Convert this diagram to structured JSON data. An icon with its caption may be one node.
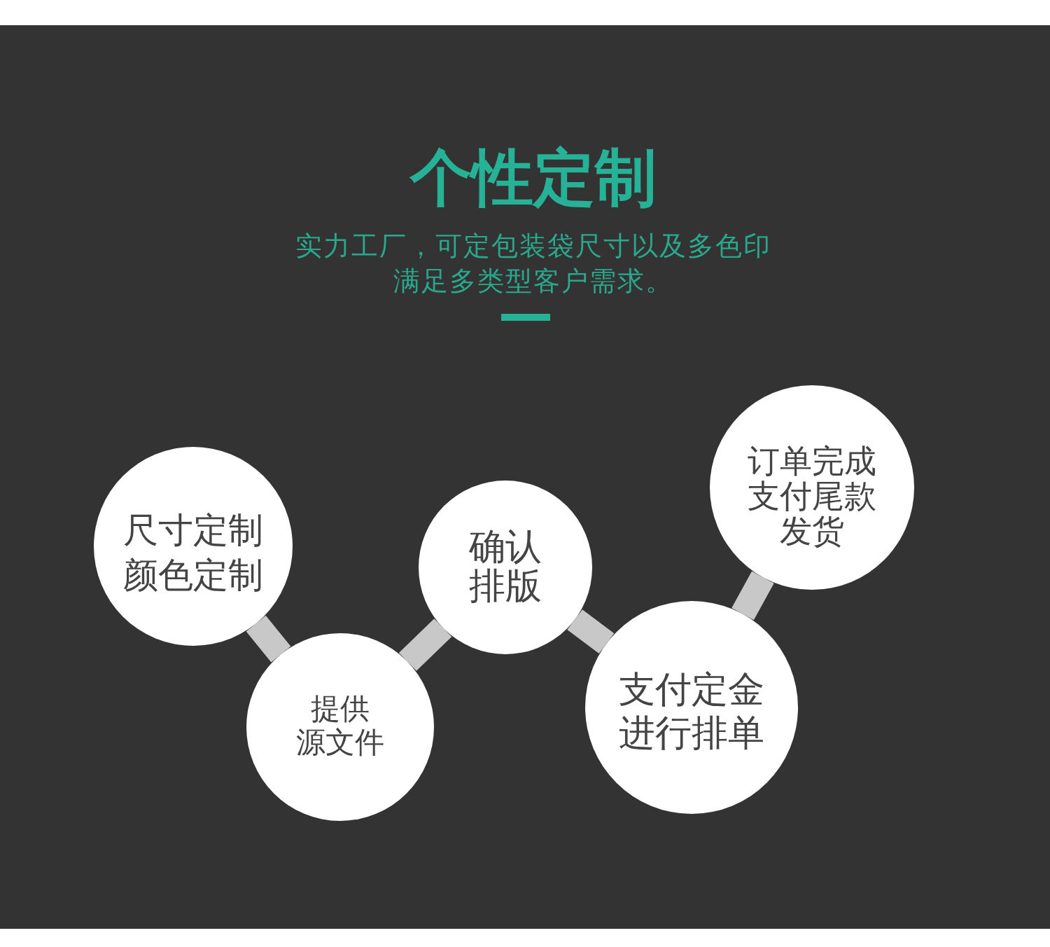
{
  "diagram": {
    "title": "个性定制",
    "nodes": [
      {
        "text": [
          "尺寸定制颜色定制"
        ]
      },
      {
        "text": [
          "提供源文件"
        ]
      },
      {
        "text": [
          "确认排版"
        ]
      },
      {
        "text": [
          "支付定金进行排单"
        ]
      },
      {
        "text": [
          "订单完成支付尾款发货"
        ]
      }
    ],
    "edges": [
      {
        "from": 0,
        "to": 1,
        "arrow": "none"
      },
      {
        "from": 1,
        "to": 2,
        "arrow": "none"
      },
      {
        "from": 2,
        "to": 3,
        "arrow": "none"
      },
      {
        "from": 3,
        "to": 4,
        "arrow": "none"
      }
    ],
    "labels": [
      "实力工厂，可定包装袋尺寸以及多色印满足多类型客户需求。"
    ]
  }
}
